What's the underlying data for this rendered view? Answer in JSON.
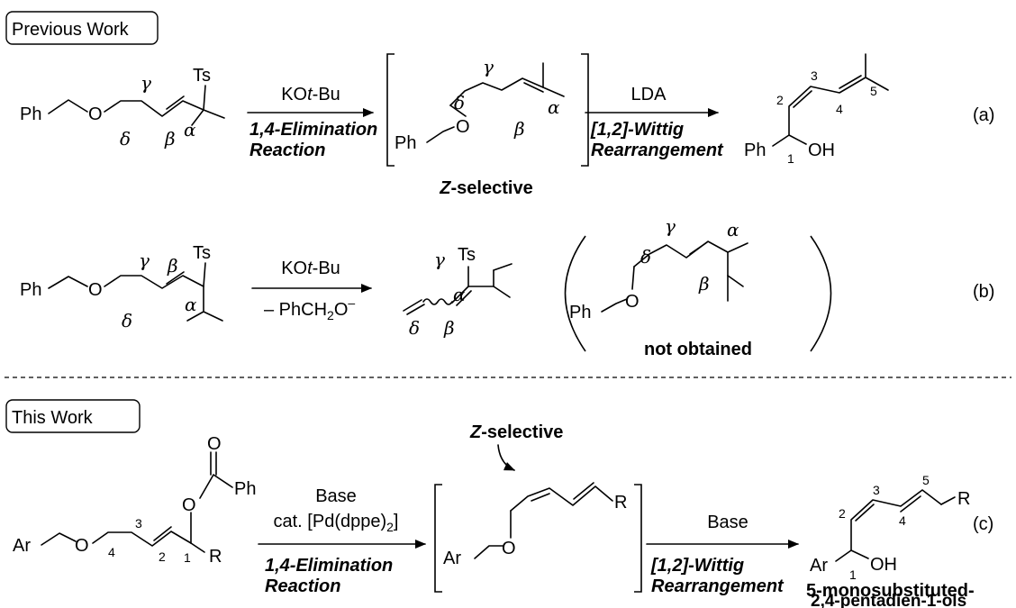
{
  "headers": {
    "previous_work": "Previous Work",
    "this_work": "This Work"
  },
  "scheme_a": {
    "sm_ph": "Ph",
    "sm_o": "O",
    "sm_ts": "Ts",
    "gamma": "γ",
    "delta": "δ",
    "beta": "β",
    "alpha": "α",
    "reagent": "KOt-Bu",
    "reagent_pre": "KO",
    "reagent_t": "t",
    "reagent_post": "-Bu",
    "cond_line1": "1,4-Elimination",
    "cond_line2": "Reaction",
    "int_ph": "Ph",
    "int_o": "O",
    "int_note": "Z-selective",
    "int_note_z": "Z",
    "int_note_rest": "-selective",
    "reagent2": "LDA",
    "cond2_line1": "[1,2]-Wittig",
    "cond2_line2": "Rearrangement",
    "prod_ph": "Ph",
    "prod_oh": "OH",
    "num1": "1",
    "num2": "2",
    "num3": "3",
    "num4": "4",
    "num5": "5",
    "tag": "(a)"
  },
  "scheme_b": {
    "sm_ph": "Ph",
    "sm_o": "O",
    "sm_ts": "Ts",
    "gamma": "γ",
    "delta": "δ",
    "beta": "β",
    "alpha": "α",
    "reagent_pre": "KO",
    "reagent_t": "t",
    "reagent_post": "-Bu",
    "loss": "– PhCH",
    "loss_sub": "2",
    "loss_o": "O",
    "loss_sup": "–",
    "prod_ts": "Ts",
    "np_ph": "Ph",
    "np_o": "O",
    "np_label": "not obtained",
    "tag": "(b)"
  },
  "scheme_c": {
    "sm_ar": "Ar",
    "sm_o": "O",
    "sm_o2": "O",
    "sm_o3": "O",
    "sm_ph": "Ph",
    "sm_r": "R",
    "n1": "1",
    "n2": "2",
    "n3": "3",
    "n4": "4",
    "reagent_base": "Base",
    "catalyst_pre": "cat. [Pd(dppe)",
    "catalyst_sub": "2",
    "catalyst_post": "]",
    "cond_line1": "1,4-Elimination",
    "cond_line2": "Reaction",
    "z_note_z": "Z",
    "z_note_rest": "-selective",
    "int_ar": "Ar",
    "int_o": "O",
    "int_r": "R",
    "reagent2": "Base",
    "cond2_line1": "[1,2]-Wittig",
    "cond2_line2": "Rearrangement",
    "prod_ar": "Ar",
    "prod_oh": "OH",
    "prod_r": "R",
    "p1": "1",
    "p2": "2",
    "p3": "3",
    "p4": "4",
    "p5": "5",
    "prod_name1": "5-monosubstituted-",
    "prod_name2": "2,4-pentadien-1-ols",
    "tag": "(c)"
  }
}
